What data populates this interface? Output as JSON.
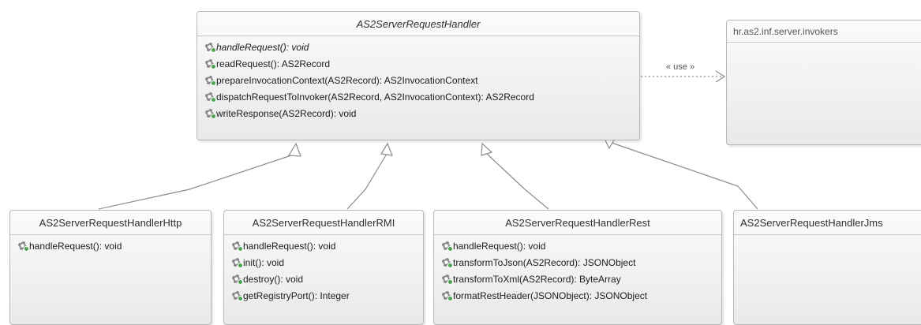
{
  "diagram": {
    "base": {
      "name": "AS2ServerRequestHandler",
      "methods": [
        {
          "label": "handleRequest(): void",
          "abstract": true
        },
        {
          "label": "readRequest(): AS2Record",
          "abstract": false
        },
        {
          "label": "prepareInvocationContext(AS2Record): AS2InvocationContext",
          "abstract": false
        },
        {
          "label": "dispatchRequestToInvoker(AS2Record, AS2InvocationContext): AS2Record",
          "abstract": false
        },
        {
          "label": "writeResponse(AS2Record): void",
          "abstract": false
        }
      ]
    },
    "package_box": {
      "name": "hr.as2.inf.server.invokers"
    },
    "dependency": {
      "label": "« use »"
    },
    "subclasses": [
      {
        "name": "AS2ServerRequestHandlerHttp",
        "methods": [
          {
            "label": "handleRequest(): void"
          }
        ]
      },
      {
        "name": "AS2ServerRequestHandlerRMI",
        "methods": [
          {
            "label": "handleRequest(): void"
          },
          {
            "label": "init(): void"
          },
          {
            "label": "destroy(): void"
          },
          {
            "label": "getRegistryPort(): Integer"
          }
        ]
      },
      {
        "name": "AS2ServerRequestHandlerRest",
        "methods": [
          {
            "label": "handleRequest(): void"
          },
          {
            "label": "transformToJson(AS2Record): JSONObject"
          },
          {
            "label": "transformToXml(AS2Record): ByteArray"
          },
          {
            "label": "formatRestHeader(JSONObject): JSONObject"
          }
        ]
      },
      {
        "name": "AS2ServerRequestHandlerJms",
        "methods": []
      }
    ],
    "colors": {
      "line": "#8c8c8c",
      "border": "#b8b8b8",
      "box_fill_top": "#fbfbfb",
      "box_fill_bottom": "#e9e9e9"
    },
    "icon": "method-gear-icon"
  }
}
